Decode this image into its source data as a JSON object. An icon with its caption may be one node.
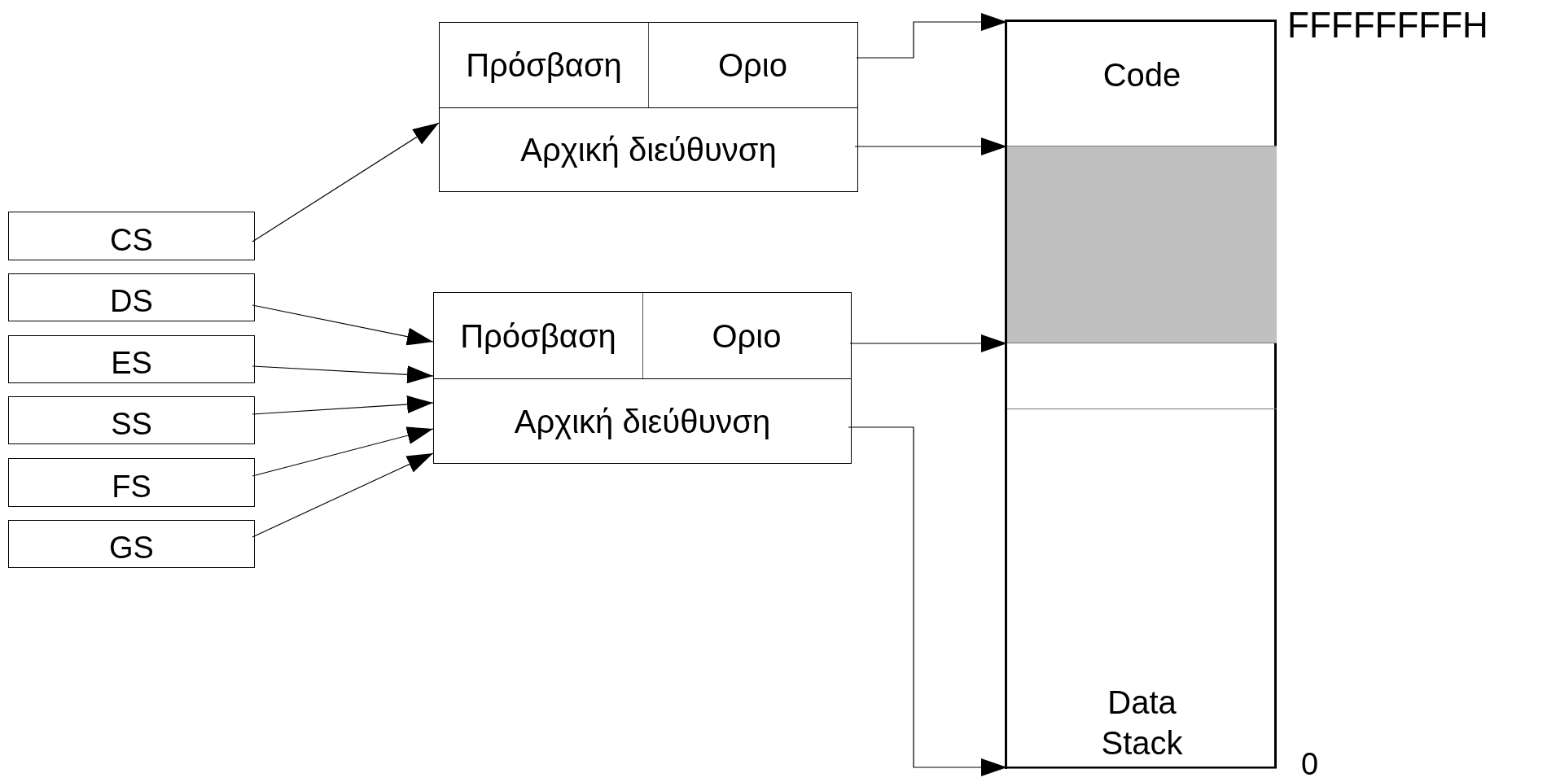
{
  "diagram": {
    "nodes": [
      {
        "text": [],
        "shape": "box"
      },
      {
        "text": [
          "Πρόσβαση"
        ],
        "in": 0
      },
      {
        "text": [
          "Οριο"
        ],
        "in": 0
      },
      {
        "text": [
          "Αρχική διεύθυνση"
        ],
        "in": 0
      },
      {
        "text": [],
        "shape": "box"
      },
      {
        "text": [
          "Code"
        ],
        "in": 4
      },
      {
        "text": [],
        "shape": "box",
        "in": 4
      },
      {
        "text": [],
        "shape": "box",
        "in": 4
      },
      {
        "text": [
          "Data Stack"
        ],
        "in": 4
      },
      {
        "text": [
          "CS"
        ]
      },
      {
        "text": [
          "DS"
        ]
      },
      {
        "text": [
          "ES"
        ]
      },
      {
        "text": [
          "SS"
        ]
      },
      {
        "text": [
          "FS"
        ]
      },
      {
        "text": [
          "GS"
        ]
      },
      {
        "text": [],
        "shape": "box"
      },
      {
        "text": [
          "Πρόσβαση"
        ],
        "in": 15
      },
      {
        "text": [
          "Οριο"
        ],
        "in": 15
      },
      {
        "text": [
          "Αρχική διεύθυνση"
        ],
        "in": 15
      }
    ],
    "edges": [
      {
        "from": 9,
        "to": 0,
        "arrow": "to"
      },
      {
        "from": 10,
        "to": 15,
        "arrow": "to"
      },
      {
        "from": 11,
        "to": 15,
        "arrow": "to"
      },
      {
        "from": 12,
        "to": 15,
        "arrow": "to"
      },
      {
        "from": 13,
        "to": 15,
        "arrow": "to"
      },
      {
        "from": 14,
        "to": 15,
        "arrow": "to"
      },
      {
        "from": 2,
        "to": 5,
        "arrow": "to"
      },
      {
        "from": 3,
        "to": 6,
        "arrow": "to"
      },
      {
        "from": 17,
        "to": 7,
        "arrow": "to"
      },
      {
        "from": 18,
        "to": 8,
        "arrow": "to"
      }
    ],
    "labels": [
      "FFFFFFFFH",
      "0"
    ]
  }
}
